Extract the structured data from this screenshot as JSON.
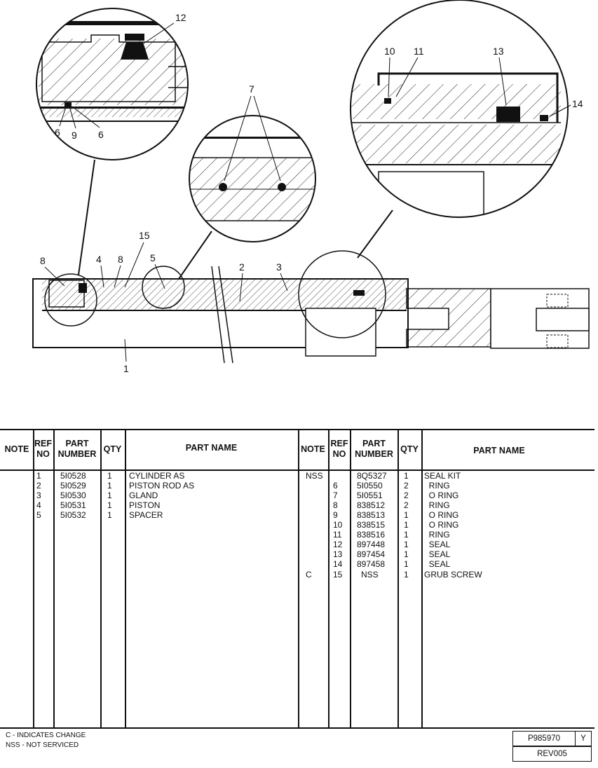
{
  "diagram": {
    "callouts": [
      "12",
      "6",
      "9",
      "6",
      "7",
      "10",
      "11",
      "13",
      "14",
      "15",
      "8",
      "4",
      "8",
      "5",
      "2",
      "3",
      "1"
    ]
  },
  "table": {
    "headers": {
      "note": "NOTE",
      "ref_no_1": "REF",
      "ref_no_2": "NO",
      "part_number_1": "PART",
      "part_number_2": "NUMBER",
      "qty": "QTY",
      "part_name": "PART NAME"
    },
    "left_rows": [
      {
        "note": "",
        "ref": "1",
        "part": "5I0528",
        "qty": "1",
        "name": "CYLINDER AS"
      },
      {
        "note": "",
        "ref": "2",
        "part": "5I0529",
        "qty": "1",
        "name": "PISTON ROD AS"
      },
      {
        "note": "",
        "ref": "3",
        "part": "5I0530",
        "qty": "1",
        "name": "GLAND"
      },
      {
        "note": "",
        "ref": "4",
        "part": "5I0531",
        "qty": "1",
        "name": "PISTON"
      },
      {
        "note": "",
        "ref": "5",
        "part": "5I0532",
        "qty": "1",
        "name": "SPACER"
      }
    ],
    "right_rows": [
      {
        "note": "NSS",
        "ref": "",
        "part": "8Q5327",
        "qty": "1",
        "name": "SEAL KIT"
      },
      {
        "note": "",
        "ref": "6",
        "part": "5I0550",
        "qty": "2",
        "name": "  RING"
      },
      {
        "note": "",
        "ref": "7",
        "part": "5I0551",
        "qty": "2",
        "name": "  O RING"
      },
      {
        "note": "",
        "ref": "8",
        "part": "838512",
        "qty": "2",
        "name": "  RING"
      },
      {
        "note": "",
        "ref": "9",
        "part": "838513",
        "qty": "1",
        "name": "  O RING"
      },
      {
        "note": "",
        "ref": "10",
        "part": "838515",
        "qty": "1",
        "name": "  O RING"
      },
      {
        "note": "",
        "ref": "11",
        "part": "838516",
        "qty": "1",
        "name": "  RING"
      },
      {
        "note": "",
        "ref": "12",
        "part": "897448",
        "qty": "1",
        "name": "  SEAL"
      },
      {
        "note": "",
        "ref": "13",
        "part": "897454",
        "qty": "1",
        "name": "  SEAL"
      },
      {
        "note": "",
        "ref": "14",
        "part": "897458",
        "qty": "1",
        "name": "  SEAL"
      },
      {
        "note": "C",
        "ref": "15",
        "part": "NSS",
        "qty": "1",
        "name": "GRUB SCREW"
      }
    ]
  },
  "footer": {
    "note_c": "C - INDICATES CHANGE",
    "note_nss": "NSS - NOT SERVICED",
    "page_code": "P985970",
    "letter": "Y",
    "revision": "REV005"
  }
}
